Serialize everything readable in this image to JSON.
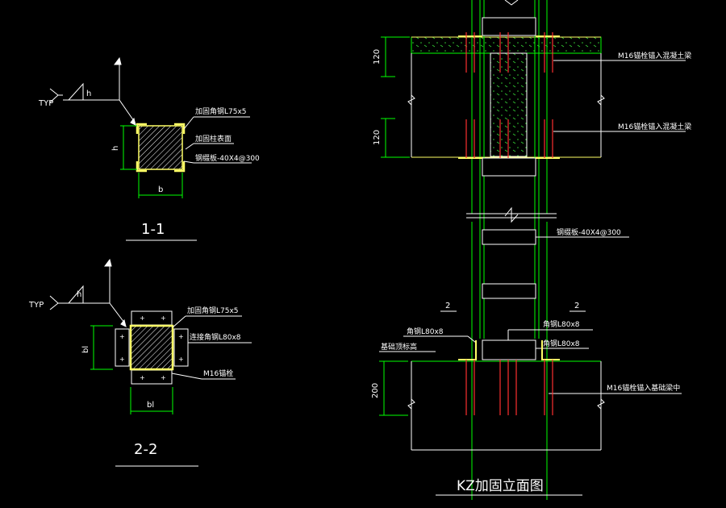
{
  "colors": {
    "background": "#000000",
    "white": "#ffffff",
    "green": "#00ff00",
    "yellow": "#ffff66",
    "red": "#ff3030",
    "cyan": "#00e0e0",
    "concrete": "#2d8a2d"
  },
  "section_1": {
    "typ": "TYP",
    "h_weld": "h",
    "angle_label": "加固角钢L75x5",
    "surface_label": "加固柱表面",
    "plate_label": "钢缀板-40X4@300",
    "dim_h": "h",
    "dim_b": "b",
    "title": "1-1"
  },
  "section_2": {
    "typ": "TYP",
    "h_weld": "h",
    "angle_label": "加固角钢L75x5",
    "connect_label": "连接角钢L80x8",
    "bolt_label": "M16锚栓",
    "dim_h": "bl",
    "dim_b": "bl",
    "title": "2-2"
  },
  "elevation": {
    "dim_top_1": "120",
    "dim_top_2": "120",
    "dim_bottom": "200",
    "anchor_top_1": "M16锚栓锚入混凝土梁",
    "anchor_top_2": "M16锚栓锚入混凝土梁",
    "plate_label": "钢缀板-40X4@300",
    "section_mark_left": "2",
    "section_mark_right": "2",
    "angle_left": "角钢L80x8",
    "angle_right_1": "角钢L80x8",
    "angle_right_2": "角钢L80x8",
    "foundation_label": "基础顶标高",
    "anchor_bottom": "M16锚栓锚入基础梁中",
    "title": "KZ加固立面图"
  }
}
